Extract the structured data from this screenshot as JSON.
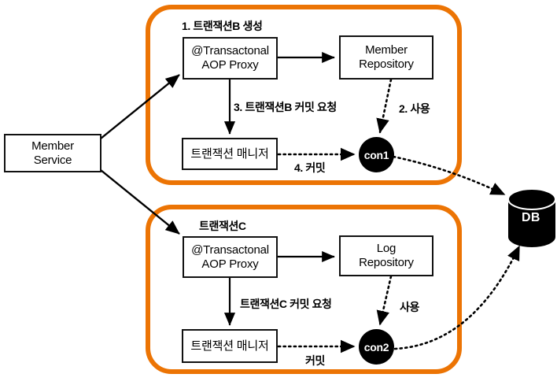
{
  "diagram": {
    "title": "Spring transaction propagation diagram",
    "colors": {
      "group_border": "#EC7404",
      "node_border": "#111111",
      "connection_fill": "#000000",
      "db_fill": "#000000",
      "background": "#FFFFFF"
    },
    "service": {
      "label": "Member\nService"
    },
    "database": {
      "label": "DB"
    },
    "groups": [
      {
        "name": "transaction-b-group",
        "heading": "1. 트랜잭션B 생성",
        "proxy": "@Transactonal\nAOP Proxy",
        "repository": "Member\nRepository",
        "tx_manager": "트랜잭션 매니저",
        "connection": "con1",
        "edge_labels": {
          "commit_request": "3. 트랜잭션B 커밋 요청",
          "use": "2. 사용",
          "commit": "4. 커밋"
        }
      },
      {
        "name": "transaction-c-group",
        "heading": "트랜잭션C",
        "proxy": "@Transactonal\nAOP Proxy",
        "repository": "Log\nRepository",
        "tx_manager": "트랜잭션 매니저",
        "connection": "con2",
        "edge_labels": {
          "commit_request": "트랜잭션C 커밋 요청",
          "use": "사용",
          "commit": "커밋"
        }
      }
    ]
  }
}
